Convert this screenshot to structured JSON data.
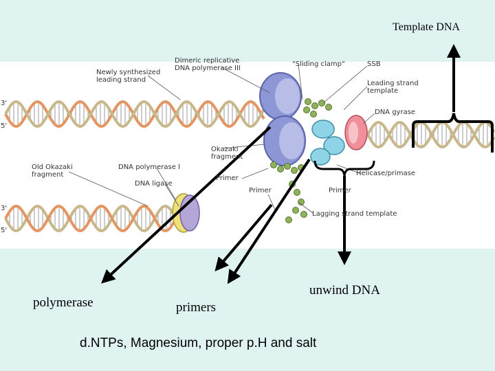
{
  "labels": {
    "template_dna": "Template DNA",
    "polymerase": "polymerase",
    "primers": "primers",
    "unwind_dna": "unwind DNA",
    "requirements": "d.NTPs,  Magnesium,  proper p.H and salt"
  },
  "figure": {
    "dimeric_pol": "Dimeric replicative",
    "dimeric_pol2": "DNA polymerase III",
    "newly_synth": "Newly synthesized",
    "leading_strand": "leading strand",
    "sliding_clamp": "\"Sliding clamp\"",
    "ssb": "SSB",
    "leading_template": "Leading strand",
    "leading_template2": "template",
    "dna_gyrase": "DNA gyrase",
    "okazaki": "Okazaki",
    "okazaki2": "fragment",
    "old_okazaki": "Old Okazaki",
    "old_okazaki2": "fragment",
    "pol1": "DNA polymerase I",
    "ligase": "DNA ligase",
    "primer1": "Primer",
    "primer2": "Primer",
    "primer3": "Primer",
    "helicase": "Helicase/primase",
    "lagging": "Lagging strand template",
    "five1": "5'",
    "three1": "3'",
    "three2": "3'",
    "five2": "5'"
  },
  "colors": {
    "background": "#dff3f1",
    "figure_bg": "#ffffff",
    "helix_orange": "#e59560",
    "helix_tan": "#c8b78a",
    "polymerase_blue": "#8e97d6",
    "helicase_cyan": "#8fd4e6",
    "gyrase_pink": "#f08e9a",
    "ssb_green": "#8fb25b",
    "pol1_yellow": "#efe07a",
    "pol1_purple": "#b4a6d6"
  }
}
